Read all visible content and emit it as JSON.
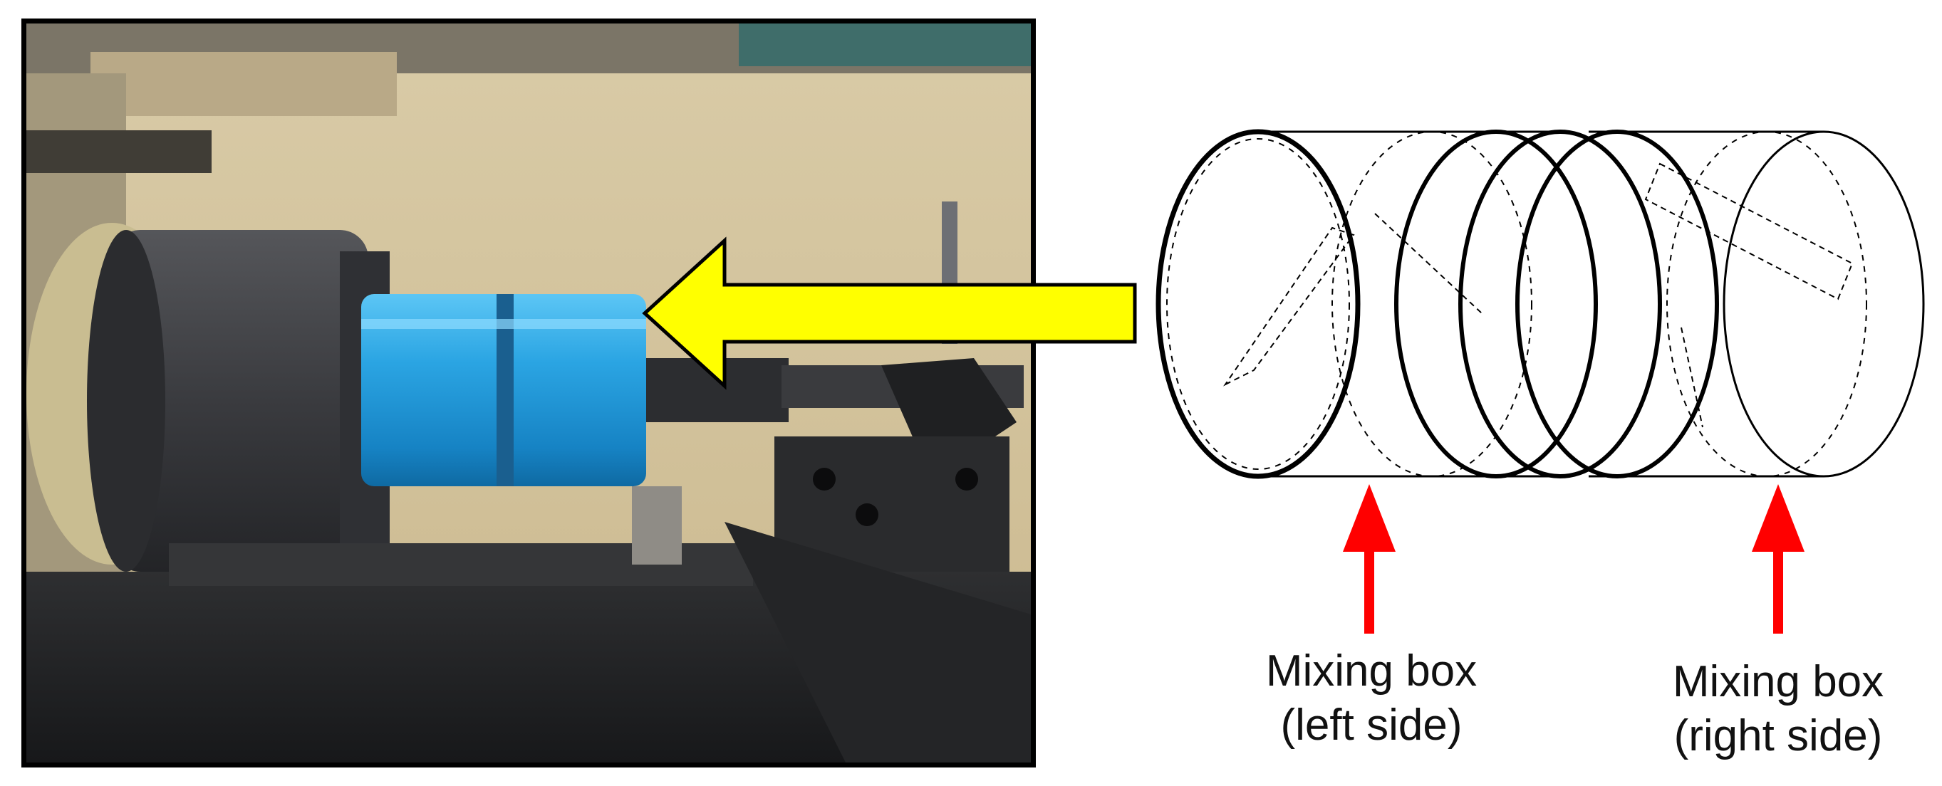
{
  "labels": {
    "left": {
      "line1": "Mixing box",
      "line2": "(left side)"
    },
    "right": {
      "line1": "Mixing box",
      "line2": "(right side)"
    }
  },
  "colors": {
    "arrow_yellow": "#ffff00",
    "arrow_red": "#ff0000",
    "outline": "#000000",
    "mixing_box_photo": "#2aa3e0"
  }
}
